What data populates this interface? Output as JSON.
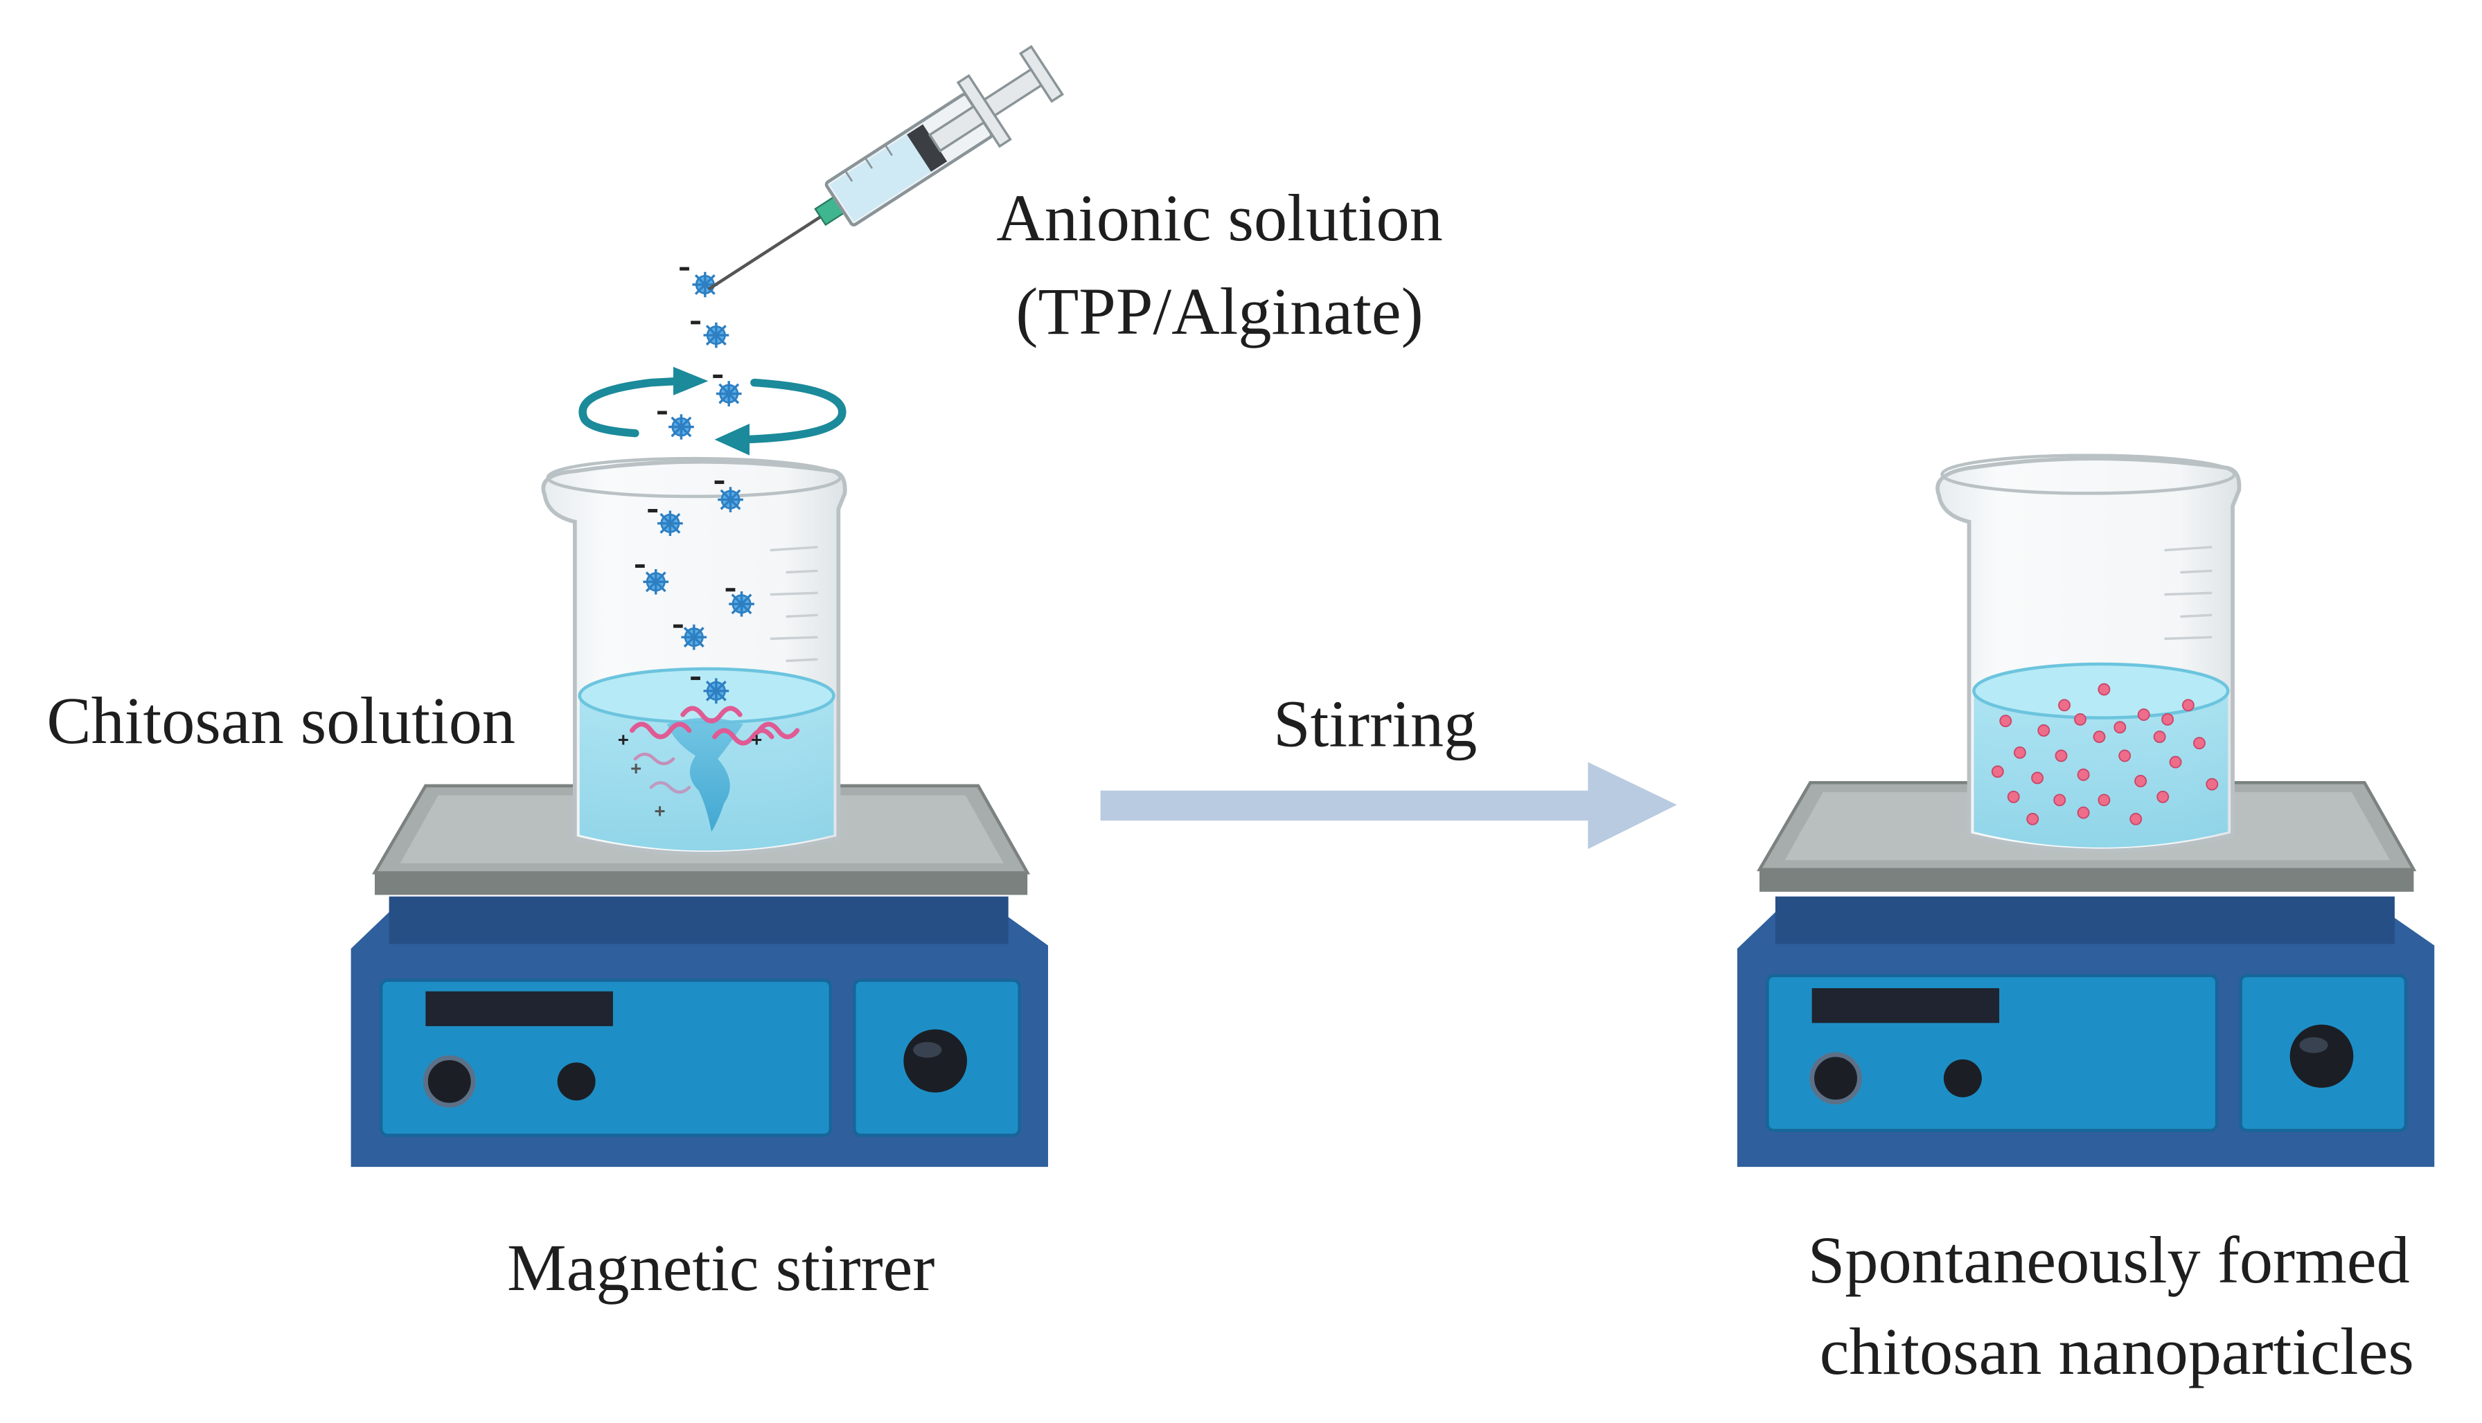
{
  "labels": {
    "anionic_line1": "Anionic solution",
    "anionic_line2": "(TPP/Alginate)",
    "chitosan_solution": "Chitosan solution",
    "stirring": "Stirring",
    "magnetic_stirrer": "Magnetic stirrer",
    "result_line1": "Spontaneously formed",
    "result_line2": "chitosan nanoparticles"
  },
  "colors": {
    "stirrer_body": "#2f5f9c",
    "stirrer_panel": "#1e8fc6",
    "stirrer_plate": "#a7adac",
    "liquid": "#8fd8ec",
    "chitosan_chain": "#e05a93",
    "nanoparticle": "#ee6d8a",
    "anion": "#58aee8",
    "rotation_arrow": "#1b8a9a",
    "process_arrow": "#b9cbe0",
    "syringe_needle_hub": "#3fb68f"
  },
  "icons": {
    "syringe": "syringe-icon",
    "rotation": "rotation-arrows-icon",
    "process_arrow": "right-arrow-icon"
  }
}
